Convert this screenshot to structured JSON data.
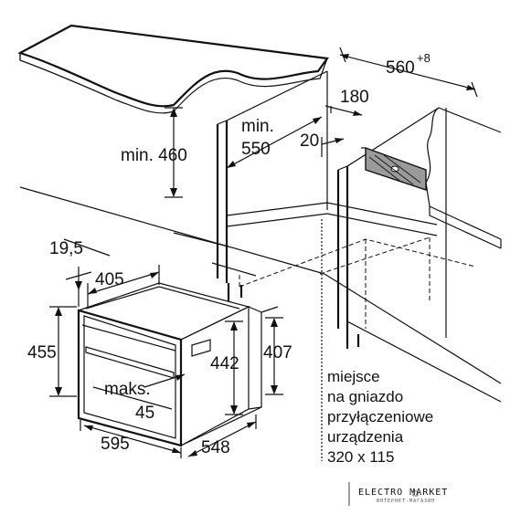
{
  "dimensions": {
    "width_top": "560",
    "width_top_sup": "+8",
    "depth_180": "180",
    "depth_20": "20",
    "min_height_label": "min. 460",
    "min_depth_label_1": "min.",
    "min_depth_label_2": "550",
    "front_19_5": "19,5",
    "front_405": "405",
    "height_455": "455",
    "height_442": "442",
    "height_407": "407",
    "max_label_1": "maks.",
    "max_label_2": "45",
    "width_595": "595",
    "depth_548": "548"
  },
  "socket_note": {
    "line1": "miejsce",
    "line2": "na gniazdo",
    "line3": "przyłączeniowe",
    "line4": "urządzenia",
    "line5": "320 x 115"
  },
  "watermark": {
    "text": "ELECTRO MARKET",
    "subtext": "ИНТЕРНЕТ-МАГАЗИН"
  }
}
